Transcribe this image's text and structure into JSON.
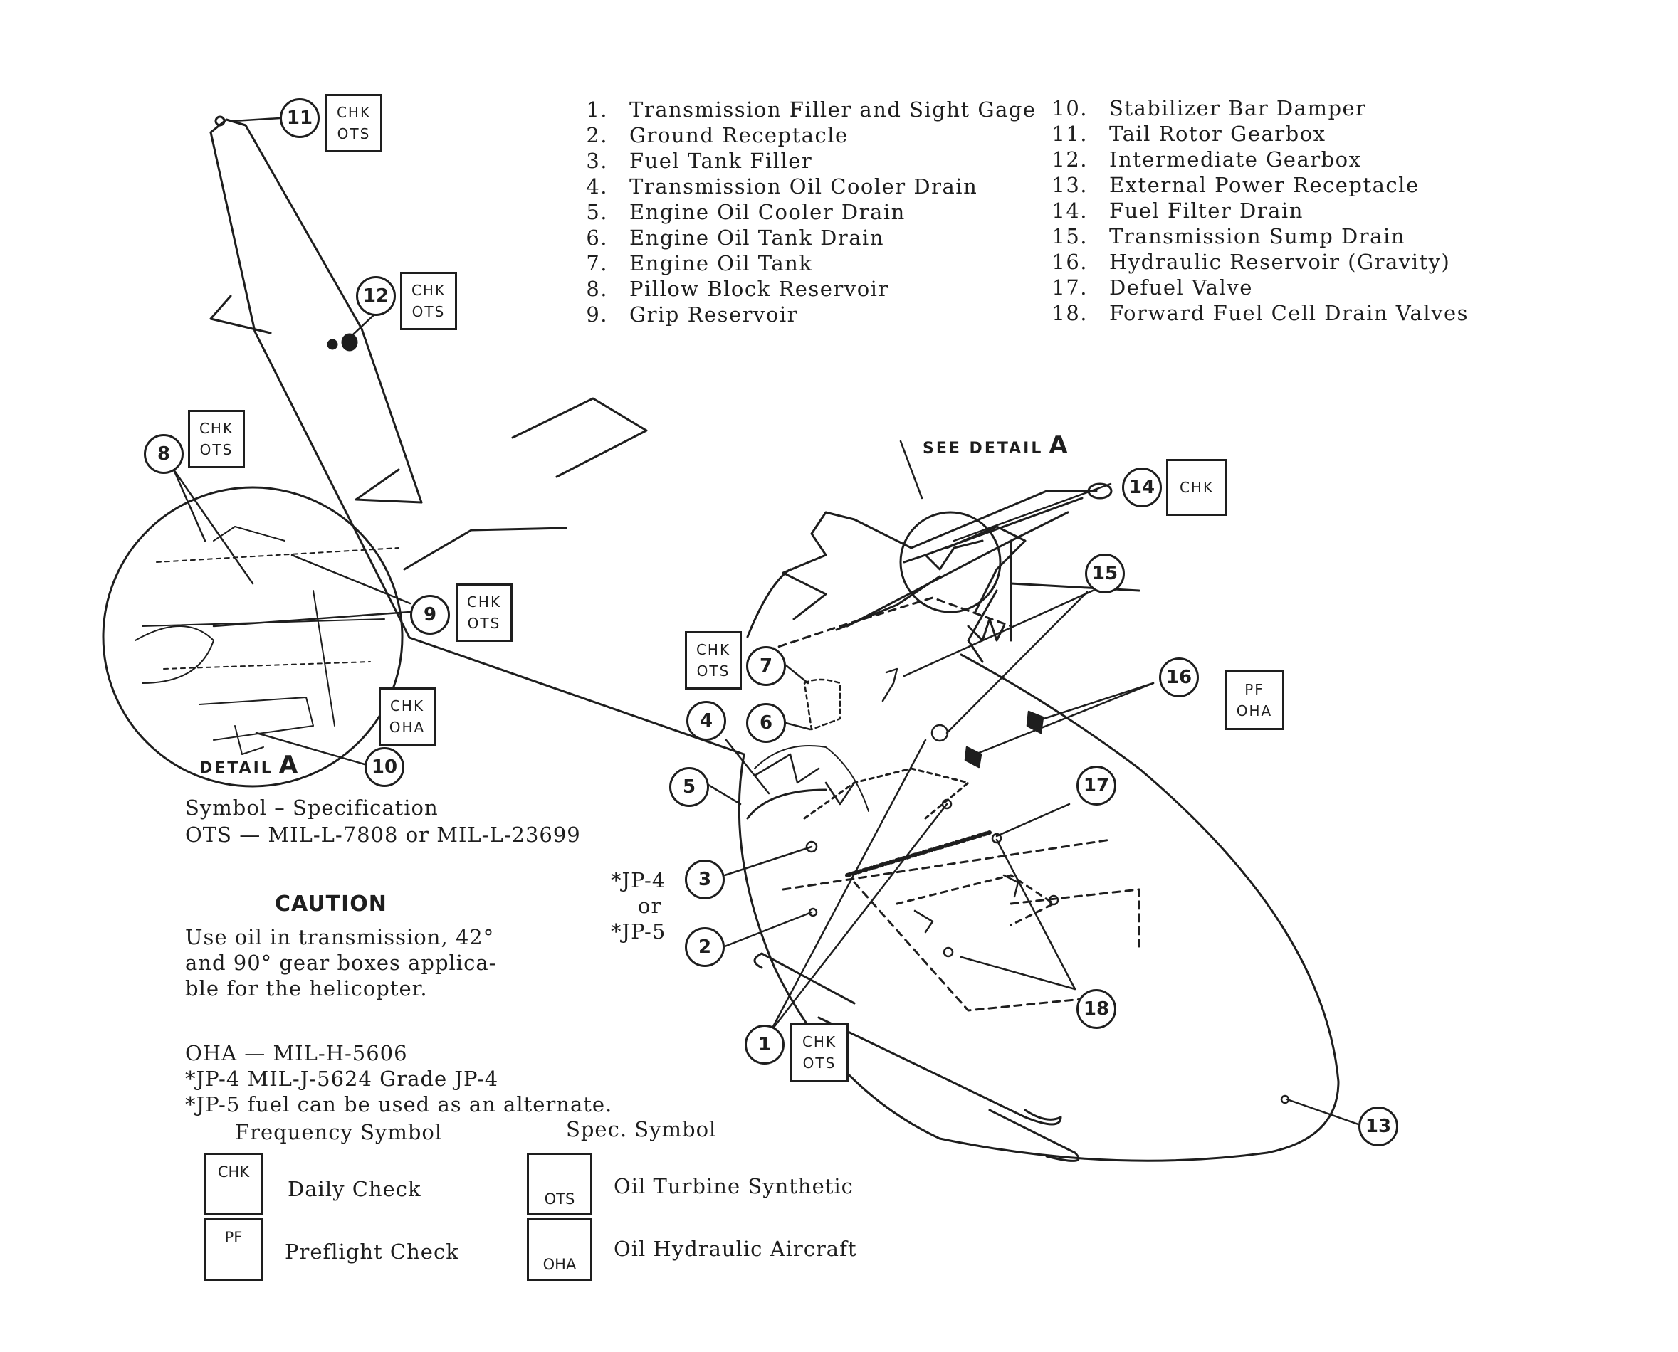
{
  "legend_left": [
    {
      "num": "1.",
      "text": "Transmission Filler and Sight Gage"
    },
    {
      "num": "2.",
      "text": "Ground Receptacle"
    },
    {
      "num": "3.",
      "text": "Fuel Tank Filler"
    },
    {
      "num": "4.",
      "text": "Transmission Oil Cooler Drain"
    },
    {
      "num": "5.",
      "text": "Engine Oil Cooler Drain"
    },
    {
      "num": "6.",
      "text": "Engine Oil Tank Drain"
    },
    {
      "num": "7.",
      "text": "Engine Oil Tank"
    },
    {
      "num": "8.",
      "text": "Pillow Block Reservoir"
    },
    {
      "num": "9.",
      "text": "Grip Reservoir"
    }
  ],
  "legend_right": [
    {
      "num": "10.",
      "text": "Stabilizer Bar Damper"
    },
    {
      "num": "11.",
      "text": "Tail Rotor Gearbox"
    },
    {
      "num": "12.",
      "text": "Intermediate Gearbox"
    },
    {
      "num": "13.",
      "text": "External Power Receptacle"
    },
    {
      "num": "14.",
      "text": "Fuel Filter Drain"
    },
    {
      "num": "15.",
      "text": "Transmission Sump Drain"
    },
    {
      "num": "16.",
      "text": "Hydraulic Reservoir (Gravity)"
    },
    {
      "num": "17.",
      "text": "Defuel Valve"
    },
    {
      "num": "18.",
      "text": "Forward Fuel Cell Drain Valves"
    }
  ],
  "callouts": {
    "c1": "1",
    "c2": "2",
    "c3": "3",
    "c4": "4",
    "c5": "5",
    "c6": "6",
    "c7": "7",
    "c8": "8",
    "c9": "9",
    "c10": "10",
    "c11": "11",
    "c12": "12",
    "c13": "13",
    "c14": "14",
    "c15": "15",
    "c16": "16",
    "c17": "17",
    "c18": "18"
  },
  "codes": {
    "chk": "CHK",
    "ots": "OTS",
    "oha": "OHA",
    "pf": "PF"
  },
  "see_detail": {
    "text": "SEE DETAIL",
    "letter": "A"
  },
  "detail_label": {
    "text": "DETAIL",
    "letter": "A"
  },
  "fuel_note": {
    "jp4": "*JP-4",
    "or": "or",
    "jp5": "*JP-5"
  },
  "spec": {
    "header": "Symbol – Specification",
    "ots_line": "OTS   —   MIL-L-7808 or MIL-L-23699"
  },
  "caution": {
    "title": "CAUTION",
    "lines": [
      "Use oil in transmission, 42°",
      "and 90° gear boxes applica-",
      "ble for the helicopter."
    ]
  },
  "notes": {
    "oha_line": "OHA   —   MIL-H-5606",
    "jp4_line": "*JP-4       MIL-J-5624 Grade JP-4",
    "jp5_line": "*JP-5 fuel can be used as an alternate."
  },
  "key": {
    "freq_header": "Frequency Symbol",
    "spec_header": "Spec. Symbol",
    "chk_desc": "Daily Check",
    "pf_desc": "Preflight Check",
    "ots_desc": "Oil Turbine Synthetic",
    "oha_desc": "Oil Hydraulic Aircraft"
  }
}
